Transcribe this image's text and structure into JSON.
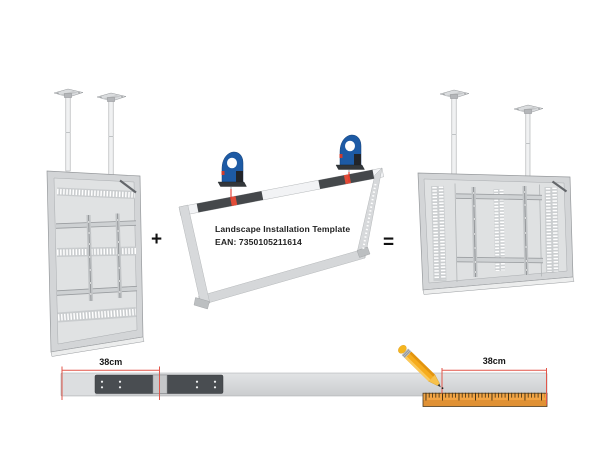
{
  "equation": {
    "plus": "+",
    "equals": "="
  },
  "template_label": {
    "title": "Landscape Installation Template",
    "ean": "EAN: 7350105211614"
  },
  "dimensions": {
    "left_label": "38cm",
    "right_label": "38cm"
  },
  "colors": {
    "dimension_line": "#e2564a",
    "bracket_dark": "#494d51",
    "enclosure_gray": "#d7d9db",
    "jigsaw_blue": "#1d5aa4",
    "laser_red": "#e5372a",
    "pencil_yellow": "#f6ac1d",
    "ruler_orange": "#f2a444"
  },
  "icons": {
    "jigsaw": "jigsaw-icon",
    "pencil": "pencil-icon",
    "ruler": "ruler-icon",
    "ceiling_mount": "ceiling-mount-icon"
  }
}
